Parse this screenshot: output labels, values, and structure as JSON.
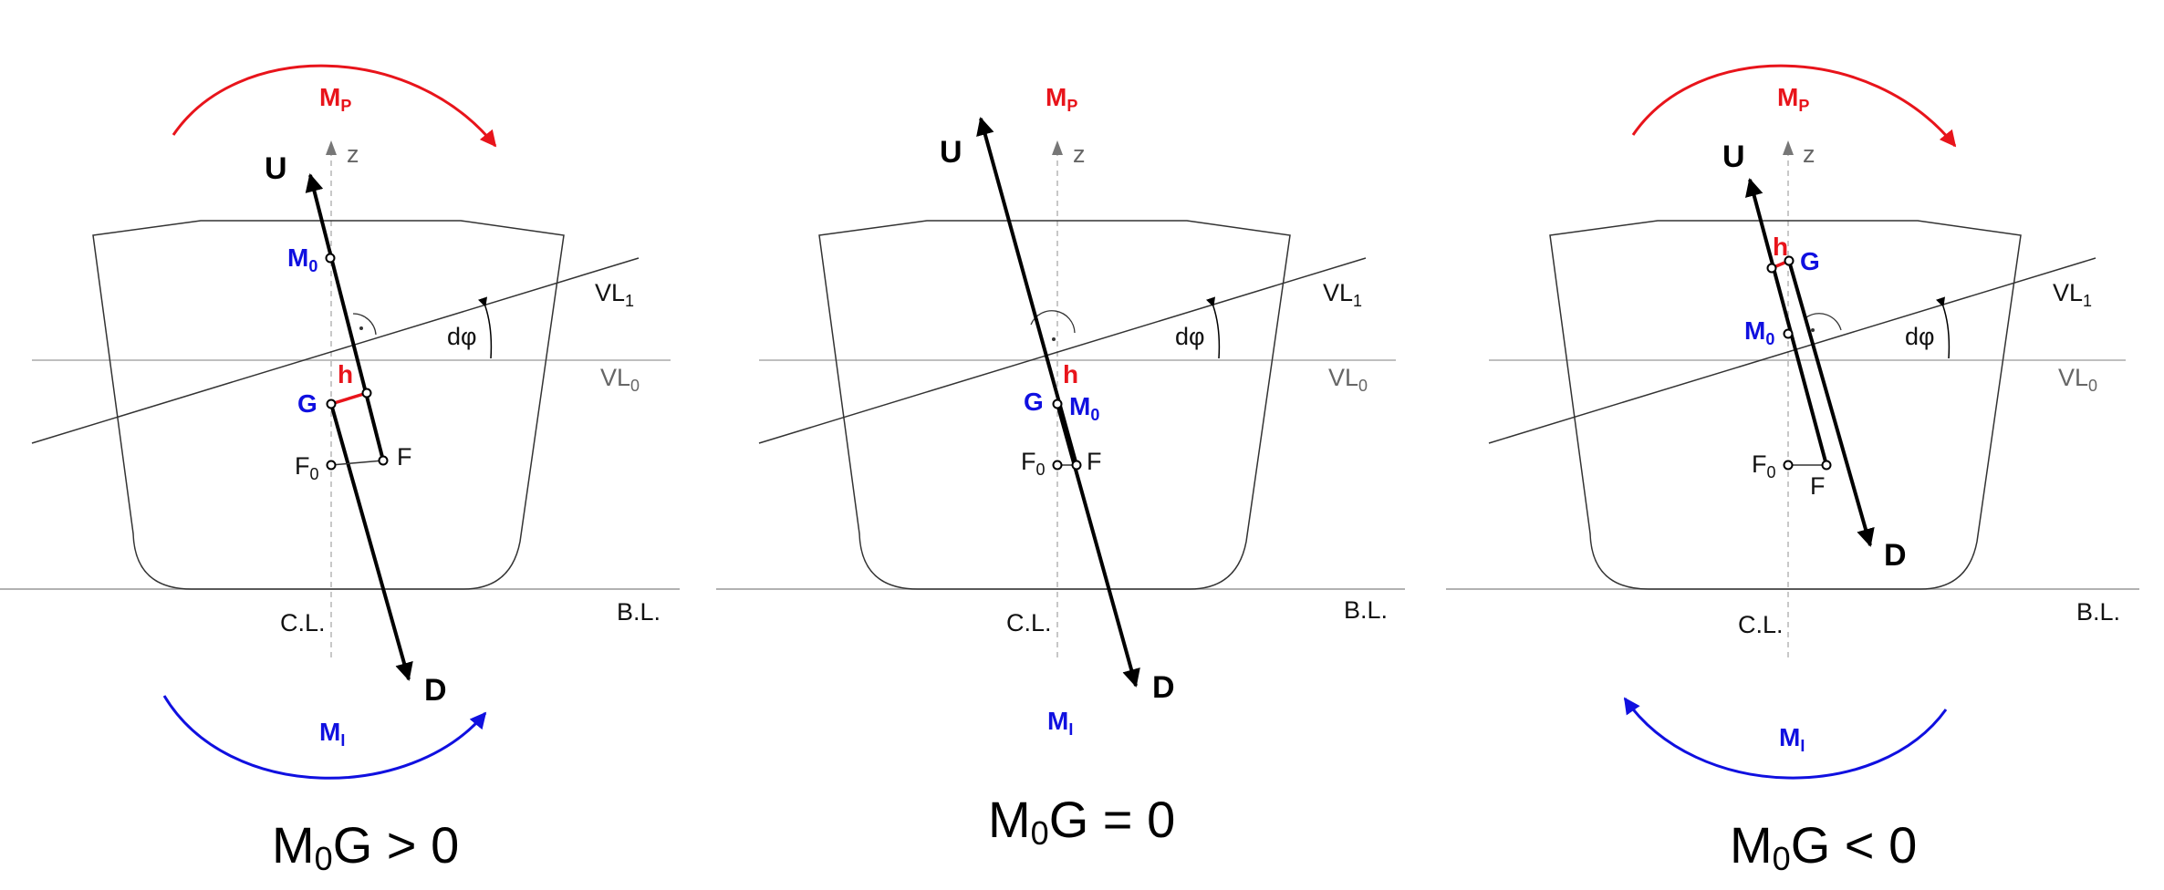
{
  "colors": {
    "righting": "#e8141b",
    "heeling": "#1010e0",
    "text": "#111111",
    "grid": "#a8a8a8",
    "centerline": "#b5b5b5"
  },
  "panels": [
    {
      "id": "positive",
      "caption": {
        "main": "M",
        "sub": "0",
        "rest": "G > 0"
      },
      "labels": {
        "mp": {
          "main": "M",
          "sub": "P"
        },
        "mi": {
          "main": "M",
          "sub": "I"
        },
        "z": "z",
        "u": "U",
        "d": "D",
        "m0": {
          "main": "M",
          "sub": "0"
        },
        "h": "h",
        "g": "G",
        "f0": {
          "main": "F",
          "sub": "0"
        },
        "f": "F",
        "vl1": {
          "main": "VL",
          "sub": "1"
        },
        "vl0": {
          "main": "VL",
          "sub": "0"
        },
        "dphi": "dφ",
        "cl": "C.L.",
        "bl": "B.L."
      }
    },
    {
      "id": "neutral",
      "caption": {
        "main": "M",
        "sub": "0",
        "rest": "G = 0"
      },
      "labels": {
        "mp": {
          "main": "M",
          "sub": "P"
        },
        "mi": {
          "main": "M",
          "sub": "I"
        },
        "z": "z",
        "u": "U",
        "d": "D",
        "m0": {
          "main": "M",
          "sub": "0"
        },
        "h": "h",
        "g": "G",
        "f0": {
          "main": "F",
          "sub": "0"
        },
        "f": "F",
        "vl1": {
          "main": "VL",
          "sub": "1"
        },
        "vl0": {
          "main": "VL",
          "sub": "0"
        },
        "dphi": "dφ",
        "cl": "C.L.",
        "bl": "B.L."
      }
    },
    {
      "id": "negative",
      "caption": {
        "main": "M",
        "sub": "0",
        "rest": "G < 0"
      },
      "labels": {
        "mp": {
          "main": "M",
          "sub": "P"
        },
        "mi": {
          "main": "M",
          "sub": "I"
        },
        "z": "z",
        "u": "U",
        "d": "D",
        "m0": {
          "main": "M",
          "sub": "0"
        },
        "h": "h",
        "g": "G",
        "f0": {
          "main": "F",
          "sub": "0"
        },
        "f": "F",
        "vl1": {
          "main": "VL",
          "sub": "1"
        },
        "vl0": {
          "main": "VL",
          "sub": "0"
        },
        "dphi": "dφ",
        "cl": "C.L.",
        "bl": "B.L."
      }
    }
  ]
}
